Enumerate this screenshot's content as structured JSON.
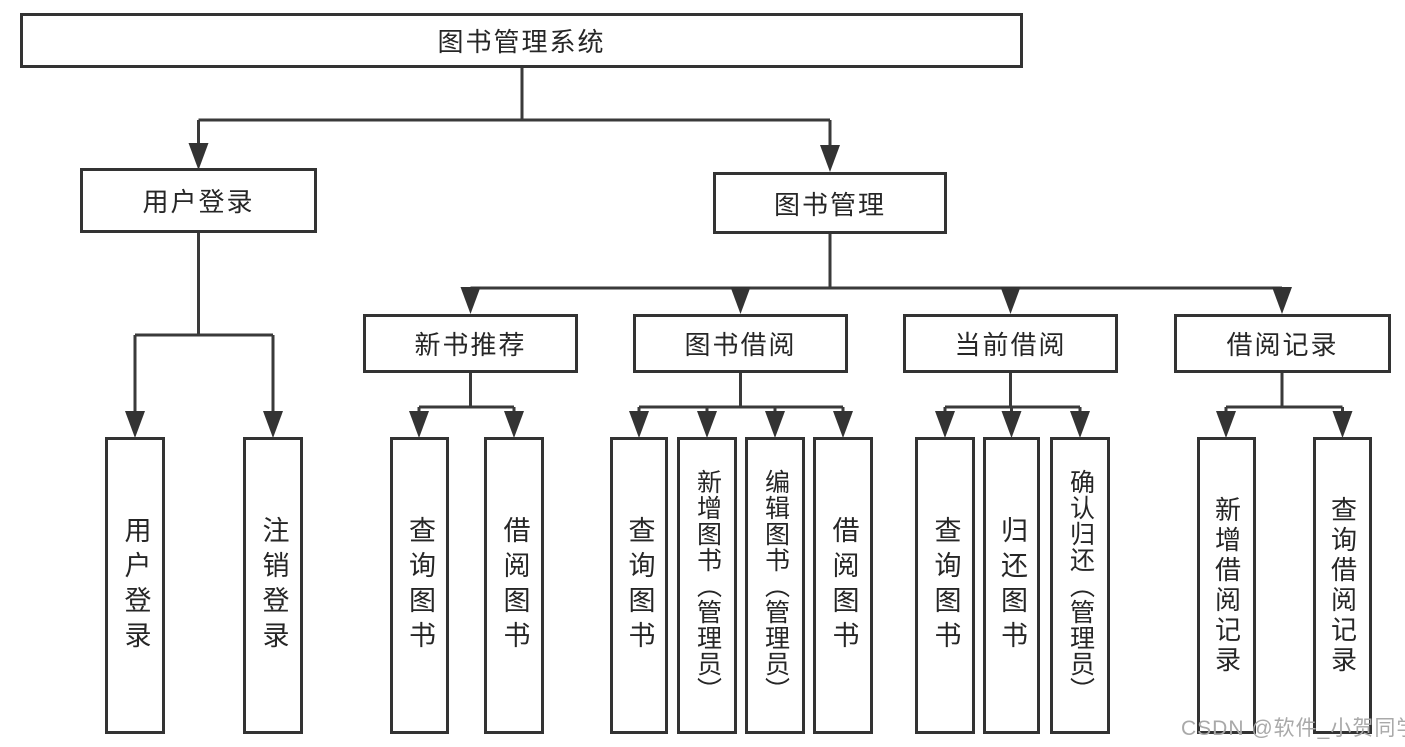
{
  "tree": {
    "root": {
      "label": "图书管理系统"
    },
    "level2": [
      {
        "label": "用户登录",
        "children": [
          {
            "label": "用户登录"
          },
          {
            "label": "注销登录"
          }
        ]
      },
      {
        "label": "图书管理",
        "children": [
          {
            "label": "新书推荐",
            "children": [
              {
                "label": "查询图书"
              },
              {
                "label": "借阅图书"
              }
            ]
          },
          {
            "label": "图书借阅",
            "children": [
              {
                "label": "查询图书"
              },
              {
                "label": "新增图书（管理员）"
              },
              {
                "label": "编辑图书（管理员）"
              },
              {
                "label": "借阅图书"
              }
            ]
          },
          {
            "label": "当前借阅",
            "children": [
              {
                "label": "查询图书"
              },
              {
                "label": "归还图书"
              },
              {
                "label": "确认归还（管理员）"
              }
            ]
          },
          {
            "label": "借阅记录",
            "children": [
              {
                "label": "新增借阅记录"
              },
              {
                "label": "查询借阅记录"
              }
            ]
          }
        ]
      }
    ]
  },
  "line_color": "#3a3a3a",
  "watermark": "CSDN @软件_小贺同学"
}
